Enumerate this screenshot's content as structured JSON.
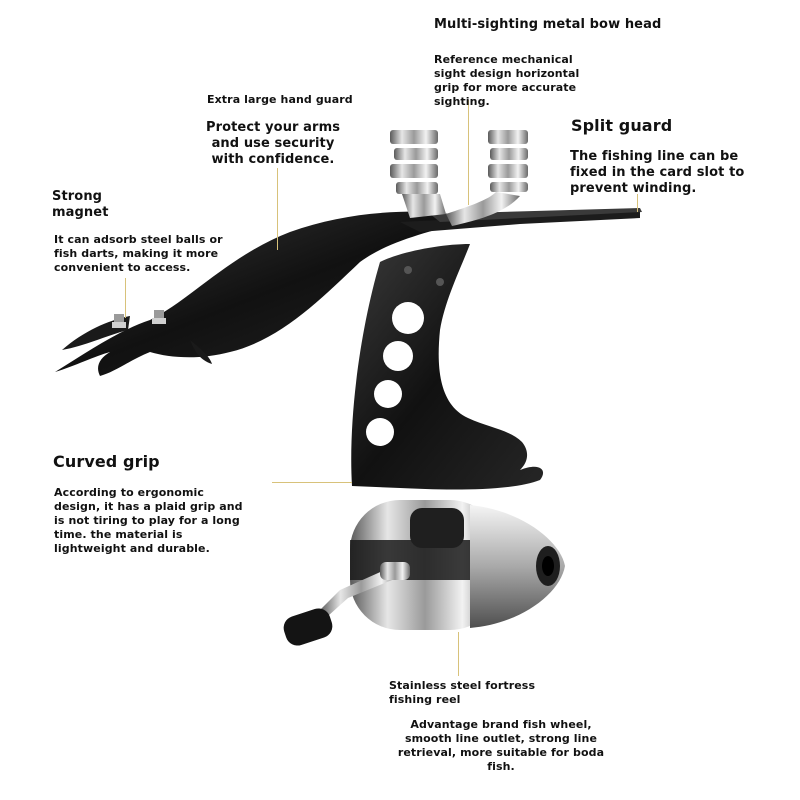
{
  "callouts": {
    "bow_head": {
      "title": "Multi-sighting metal bow head",
      "desc": "Reference mechanical sight design horizontal grip for more accurate sighting."
    },
    "hand_guard": {
      "title": "Extra large hand guard",
      "desc": "Protect your arms and use security with confidence."
    },
    "split_guard": {
      "title": "Split guard",
      "desc": "The fishing line can be fixed in the card slot to prevent winding."
    },
    "magnet": {
      "title": "Strong magnet",
      "desc": "It can adsorb steel balls or fish darts, making it more convenient to access."
    },
    "curved_grip": {
      "title": "Curved grip",
      "desc": "According to ergonomic design, it has a plaid grip and is not tiring to play for a long time. the material is lightweight and durable."
    },
    "reel": {
      "title": "Stainless steel fortress fishing reel",
      "desc": "Advantage brand fish wheel, smooth line outlet, strong line retrieval, more suitable for boda fish."
    }
  },
  "colors": {
    "leader_line": "#d8c27a",
    "body_black": "#141414",
    "steel": "#c8c8c8"
  }
}
